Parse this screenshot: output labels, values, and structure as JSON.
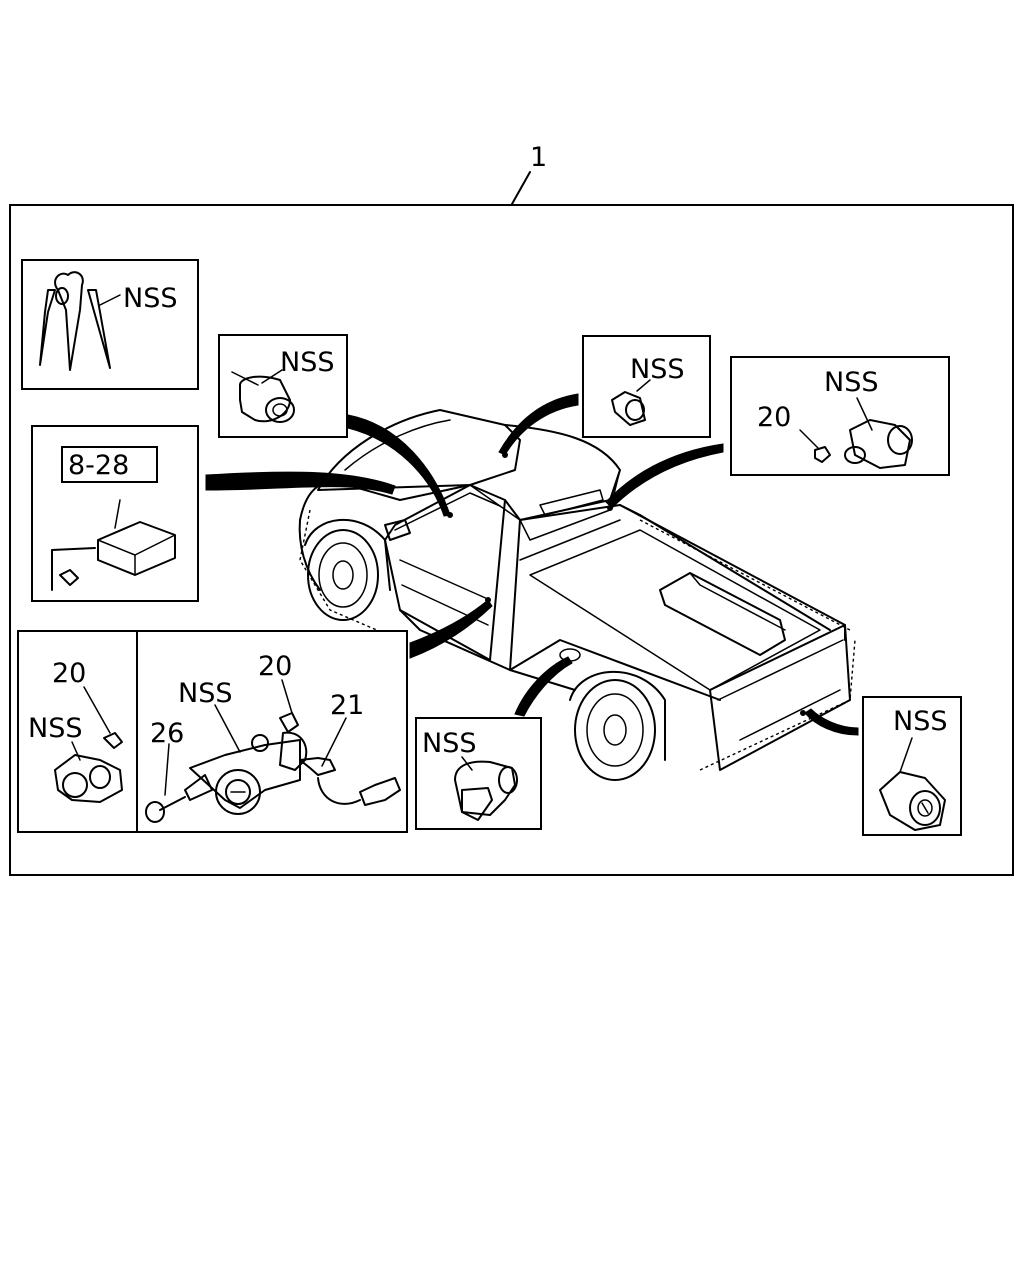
{
  "callouts": {
    "assembly": "1",
    "keys": "NSS",
    "front_door_cyl": "NSS",
    "roof_part": "NSS",
    "rear_window_part": "NSS",
    "rear_window_ref": "20",
    "controller_ref": "8-28",
    "left_panel_nss": "NSS",
    "left_panel_ref": "20",
    "ignition_nss": "NSS",
    "ignition_ref_20": "20",
    "ignition_ref_21": "21",
    "ignition_ref_26": "26",
    "fuel_door_cyl": "NSS",
    "tailgate_cyl": "NSS"
  }
}
